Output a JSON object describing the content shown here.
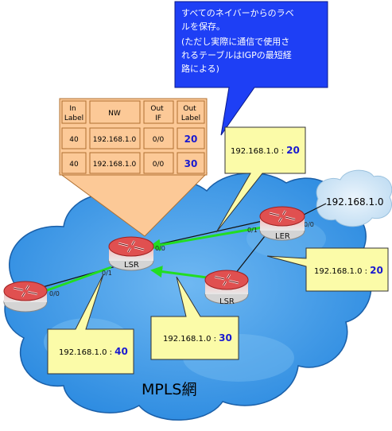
{
  "note": {
    "lines": [
      "すべてのネイバーからのラベ",
      "ルを保存。",
      "(ただし実際に通信で使用さ",
      "れるテーブルはIGPの最短経",
      "路による)"
    ]
  },
  "table": {
    "headers": [
      [
        "In",
        "Label"
      ],
      [
        "NW"
      ],
      [
        "Out",
        "IF"
      ],
      [
        "Out",
        "Label"
      ]
    ],
    "rows": [
      {
        "in_label": "40",
        "nw": "192.168.1.0",
        "out_if": "0/0",
        "out_label": "20"
      },
      {
        "in_label": "40",
        "nw": "192.168.1.0",
        "out_if": "0/0",
        "out_label": "30"
      }
    ]
  },
  "callouts": {
    "top": {
      "prefix": "192.168.1.0 : ",
      "label": "20"
    },
    "right": {
      "prefix": "192.168.1.0 : ",
      "label": "20"
    },
    "middle": {
      "prefix": "192.168.1.0 : ",
      "label": "30"
    },
    "left": {
      "prefix": "192.168.1.0 : ",
      "label": "40"
    }
  },
  "routers": {
    "ler": "LER",
    "lsr_center": "LSR",
    "lsr_bottom": "LSR"
  },
  "interfaces": {
    "ler_in": "0/1",
    "ler_out": "0/0",
    "lsr_center_right": "0/0",
    "lsr_center_lower": "0/1",
    "left_router": "0/0"
  },
  "network": {
    "destination": "192.168.1.0",
    "cloud_label": "MPLS網"
  },
  "colors": {
    "cloud_fill": "#3a9be8",
    "cloud_stroke": "#1a5fa8",
    "note_fill": "#1e3ff5",
    "callout_fill": "#fbfba8",
    "table_fill": "#fcc997",
    "router_red": "#e05050",
    "path_green": "#22dd22"
  }
}
